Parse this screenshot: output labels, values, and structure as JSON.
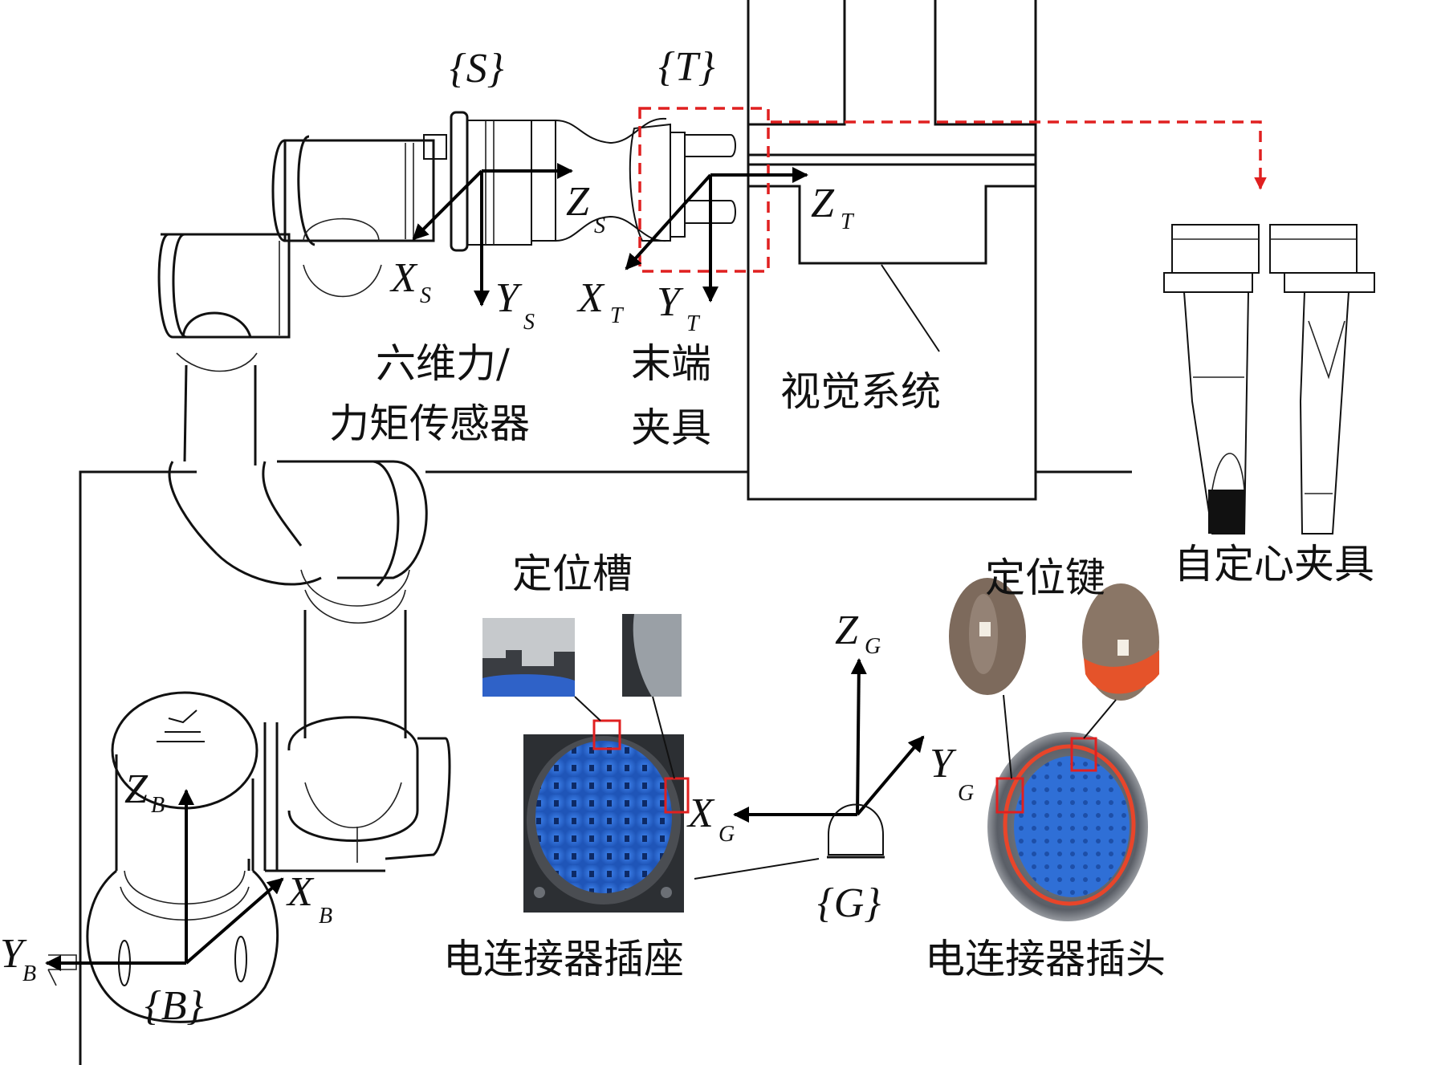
{
  "figure": {
    "frames": {
      "sensor": "{S}",
      "tool": "{T}",
      "base": "{B}",
      "gripper": "{G}"
    },
    "axes": {
      "xs": {
        "main": "X",
        "sub": "S"
      },
      "ys": {
        "main": "Y",
        "sub": "S"
      },
      "zs": {
        "main": "Z",
        "sub": "S"
      },
      "xt": {
        "main": "X",
        "sub": "T"
      },
      "yt": {
        "main": "Y",
        "sub": "T"
      },
      "zt": {
        "main": "Z",
        "sub": "T"
      },
      "xb": {
        "main": "X",
        "sub": "B"
      },
      "yb": {
        "main": "Y",
        "sub": "B"
      },
      "zb": {
        "main": "Z",
        "sub": "B"
      },
      "xg": {
        "main": "X",
        "sub": "G"
      },
      "yg": {
        "main": "Y",
        "sub": "G"
      },
      "zg": {
        "main": "Z",
        "sub": "G"
      }
    },
    "labels": {
      "ft_sensor_line1": "六维力/",
      "ft_sensor_line2": "力矩传感器",
      "end_gripper_line1": "末端",
      "end_gripper_line2": "夹具",
      "vision_system": "视觉系统",
      "self_centering_gripper": "自定心夹具",
      "locating_slot": "定位槽",
      "locating_key": "定位键",
      "connector_socket": "电连接器插座",
      "connector_plug": "电连接器插头"
    },
    "colors": {
      "highlight": "#e02020",
      "connector_blue": "#2e6fd8",
      "plug_ring": "#e8452a",
      "line": "#111111"
    }
  }
}
